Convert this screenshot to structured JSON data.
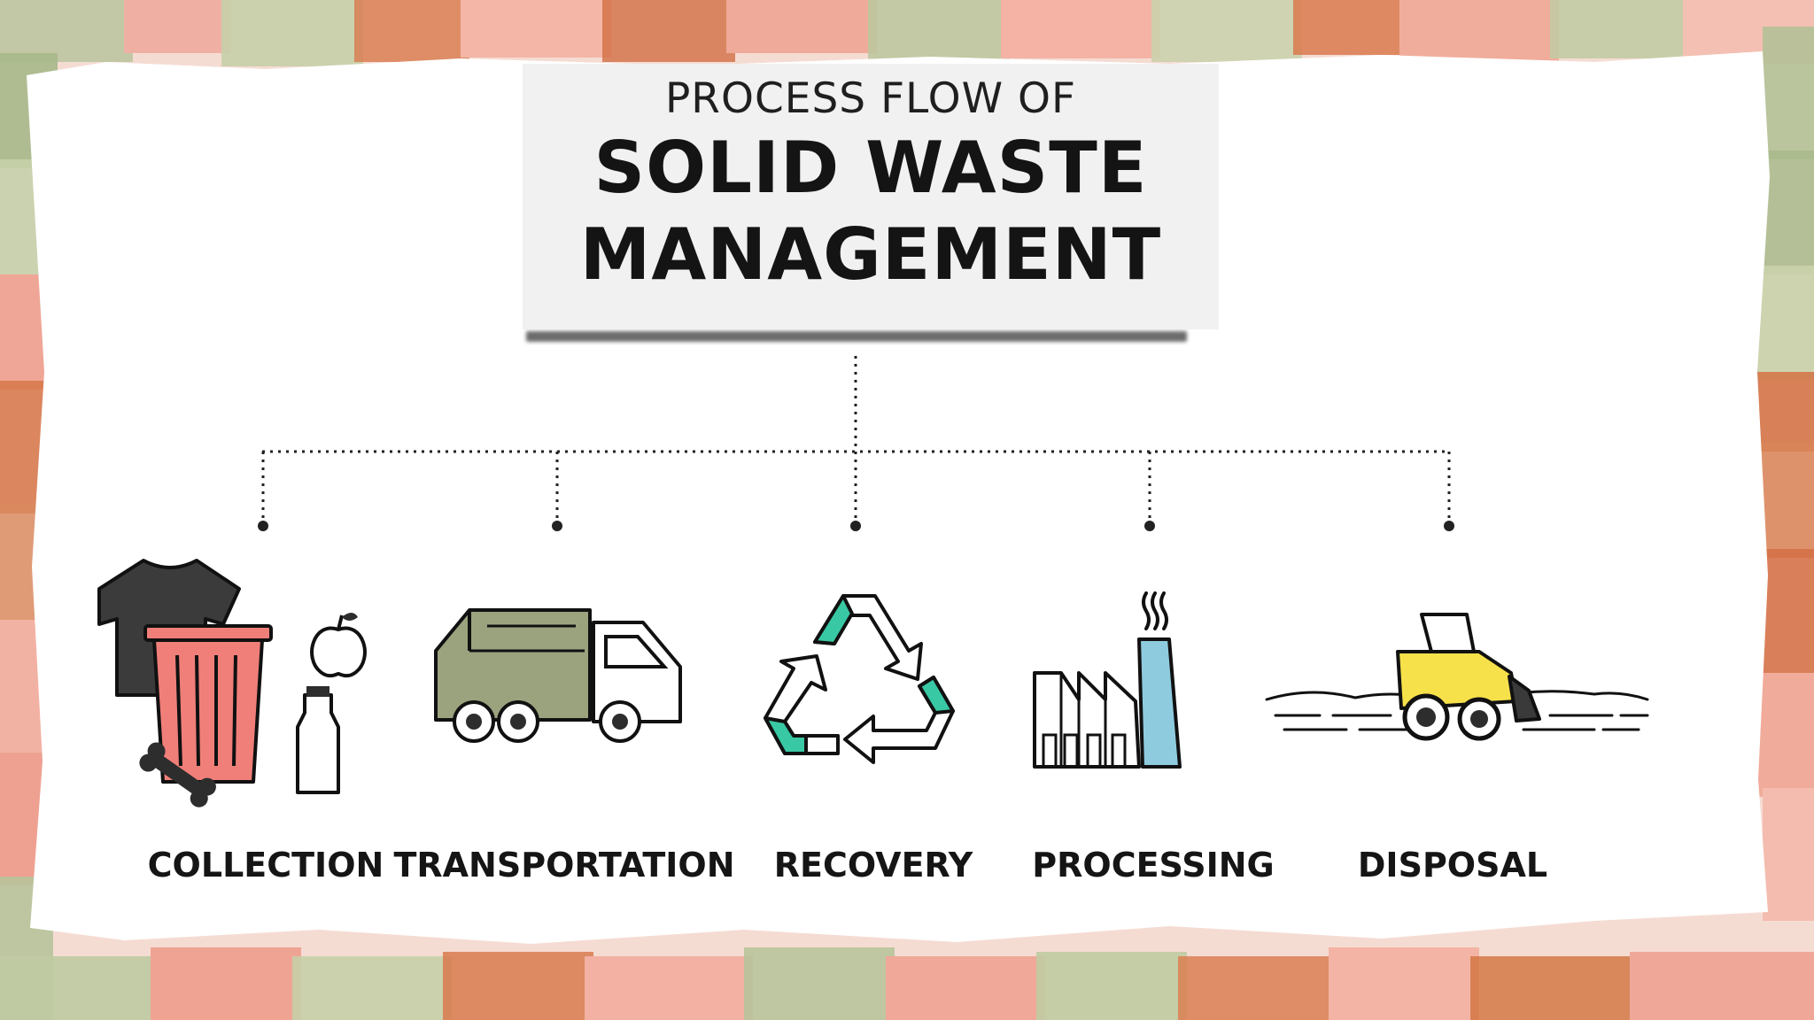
{
  "title": {
    "line1": "PROCESS FLOW OF",
    "line2": "SOLID WASTE",
    "line3": "MANAGEMENT"
  },
  "steps": [
    {
      "label": "COLLECTION",
      "icon": "trash-bin-icon"
    },
    {
      "label": "TRANSPORTATION",
      "icon": "garbage-truck-icon"
    },
    {
      "label": "RECOVERY",
      "icon": "recycle-icon"
    },
    {
      "label": "PROCESSING",
      "icon": "factory-icon"
    },
    {
      "label": "DISPOSAL",
      "icon": "bulldozer-icon"
    }
  ],
  "colors": {
    "bin": "#f07f79",
    "truck": "#9aa37e",
    "recycle": "#39c8a4",
    "chimney": "#8fcbdf",
    "loader": "#f7e14a",
    "border_green": "#9fb383",
    "border_orange": "#d8774a",
    "border_pink": "#ef9f92"
  }
}
